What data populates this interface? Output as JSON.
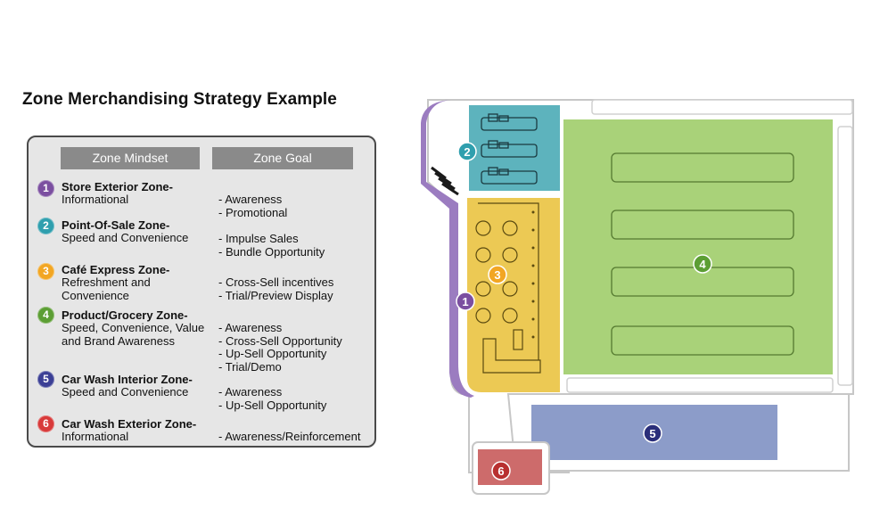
{
  "title": "Zone Merchandising Strategy Example",
  "legend": {
    "headers": {
      "mindset": "Zone Mindset",
      "goal": "Zone Goal"
    },
    "zones": [
      {
        "number": "1",
        "color": "#7b4fa0",
        "name": "Store Exterior Zone-",
        "mindset": "Informational",
        "goals": [
          "- Awareness",
          "- Promotional"
        ]
      },
      {
        "number": "2",
        "color": "#2f9fae",
        "name": "Point-Of-Sale Zone-",
        "mindset": "Speed and Convenience",
        "goals": [
          "- Impulse Sales",
          "- Bundle Opportunity"
        ]
      },
      {
        "number": "3",
        "color": "#f2a623",
        "name": "Café Express Zone-",
        "mindset": "Refreshment and Convenience",
        "goals": [
          "- Cross-Sell incentives",
          "- Trial/Preview Display"
        ]
      },
      {
        "number": "4",
        "color": "#5c9e34",
        "name": "Product/Grocery Zone-",
        "mindset": "Speed, Convenience, Value and Brand Awareness",
        "goals": [
          "- Awareness",
          "- Cross-Sell Opportunity",
          "- Up-Sell Opportunity",
          "- Trial/Demo"
        ]
      },
      {
        "number": "5",
        "color": "#3b3f95",
        "name": "Car Wash Interior Zone-",
        "mindset": "Speed and Convenience",
        "goals": [
          "- Awareness",
          "- Up-Sell Opportunity"
        ]
      },
      {
        "number": "6",
        "color": "#d83a3a",
        "name": "Car Wash Exterior Zone-",
        "mindset": "Informational",
        "goals": [
          "- Awareness/Reinforcement"
        ]
      }
    ]
  },
  "map": {
    "area_colors": {
      "exterior": "#9b7cc0",
      "point_of_sale": "#5db3bd",
      "cafe": "#ecc954",
      "grocery": "#a9d279",
      "car_wash_interior": "#8c9cc9",
      "car_wash_exterior": "#cd6b6b"
    },
    "badges": [
      {
        "number": "1",
        "color": "#7b4fa0"
      },
      {
        "number": "2",
        "color": "#2f9fae"
      },
      {
        "number": "3",
        "color": "#f2a623"
      },
      {
        "number": "4",
        "color": "#5c9e34"
      },
      {
        "number": "5",
        "color": "#2a2e7a"
      },
      {
        "number": "6",
        "color": "#b83030"
      }
    ]
  }
}
